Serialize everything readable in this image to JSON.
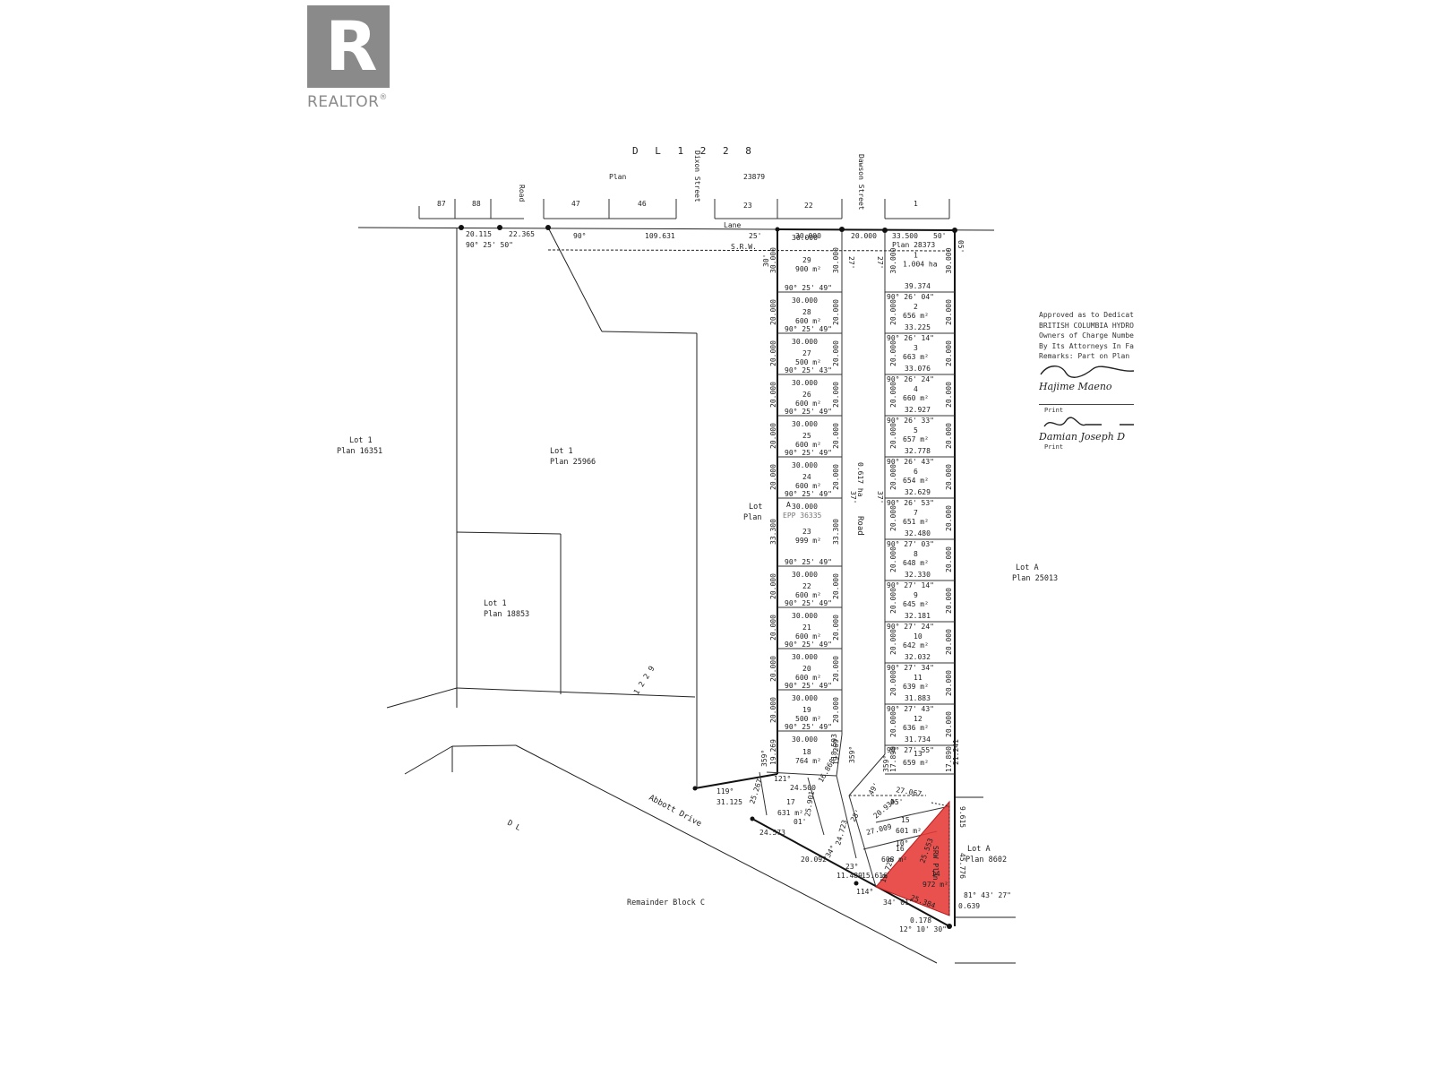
{
  "watermark": {
    "logo_letter": "R",
    "logo_text": "REALTOR",
    "reg_mark": "®"
  },
  "top": {
    "dl": "D L   1 2 2 8",
    "plan": "Plan",
    "plan_number": "23879",
    "dixon_street": "Dixon Street",
    "dawson_street": "Dawson Street",
    "road": "Road",
    "lane": "Lane",
    "srw": "S.R.W.",
    "plan_28373": "Plan 28373",
    "top_lots": [
      "87",
      "88",
      "47",
      "46",
      "23",
      "22",
      "1"
    ]
  },
  "boundary": {
    "dim_20115": "20.115",
    "dim_22365": "22.365",
    "angle_90": "90°",
    "angle_902550": "90° 25' 50\"",
    "dim_109631": "109.631",
    "tick_25": "25'",
    "top_30000": "30.000",
    "top_20000": "20.000",
    "top_33500": "33.500",
    "top_50": "50'",
    "top_05": "05'"
  },
  "neighbors": {
    "lot1_a": "Lot 1",
    "plan_16351": "Plan 16351",
    "lot1_b": "Lot 1",
    "plan_25966": "Plan 25966",
    "lot1_c": "Lot 1",
    "plan_18853": "Plan 18853",
    "lotA": "Lot A",
    "plan_25013": "Plan 25013",
    "lotA2": "Lot A",
    "plan_8602": "Plan 8602",
    "dl1229": "1 2 2 9",
    "dl_bottom": "D L",
    "abbott": "Abbott  Drive",
    "remainder": "Remainder Block C"
  },
  "road": {
    "label": "Road",
    "area": "0.617 ha",
    "lot_plan_1": "Lot",
    "lot_plan_2": "Plan",
    "lot_a": "A",
    "epp": "EPP 36335",
    "angle_37a": "37'",
    "angle_37b": "37'",
    "angle_27a": "27'",
    "angle_27b": "27'",
    "angle_30": "30'"
  },
  "left_lots": [
    {
      "num": "29",
      "area": "900 m²",
      "w": "30.000",
      "bearing": "90° 25' 49\"",
      "side": "30.000"
    },
    {
      "num": "28",
      "area": "600 m²",
      "w": "30.000",
      "bearing": "90° 25' 49\"",
      "side": "20.000"
    },
    {
      "num": "27",
      "area": "500 m²",
      "w": "30.000",
      "bearing": "90° 25' 43\"",
      "side": "20.000"
    },
    {
      "num": "26",
      "area": "600 m²",
      "w": "30.000",
      "bearing": "90° 25' 49\"",
      "side": "20.000"
    },
    {
      "num": "25",
      "area": "600 m²",
      "w": "30.000",
      "bearing": "90° 25' 49\"",
      "side": "20.000"
    },
    {
      "num": "24",
      "area": "600 m²",
      "w": "30.000",
      "bearing": "90° 25' 49\"",
      "side": "20.000"
    },
    {
      "num": "23",
      "area": "999 m²",
      "w": "30.000",
      "bearing": "90° 25' 49\"",
      "side": "33.300"
    },
    {
      "num": "22",
      "area": "600 m²",
      "w": "30.000",
      "bearing": "90° 25' 49\"",
      "side": "20.000"
    },
    {
      "num": "21",
      "area": "600 m²",
      "w": "30.000",
      "bearing": "90° 25' 49\"",
      "side": "20.000"
    },
    {
      "num": "20",
      "area": "600 m²",
      "w": "30.000",
      "bearing": "90° 25' 49\"",
      "side": "20.000"
    },
    {
      "num": "19",
      "area": "500 m²",
      "w": "30.000",
      "bearing": "90° 25' 49\"",
      "side": "20.000"
    },
    {
      "num": "18",
      "area": "764 m²",
      "w": "30.000",
      "bearing": "",
      "side": "19.269"
    }
  ],
  "right_lots": [
    {
      "num": "1",
      "area": "1.004 ha",
      "w": "39.374",
      "bearing": "90° 26' 04\"",
      "side": "30.000"
    },
    {
      "num": "2",
      "area": "656 m²",
      "w": "33.225",
      "bearing": "90° 26' 14\"",
      "side": "20.000"
    },
    {
      "num": "3",
      "area": "663 m²",
      "w": "33.076",
      "bearing": "90° 26' 24\"",
      "side": "20.000"
    },
    {
      "num": "4",
      "area": "660 m²",
      "w": "32.927",
      "bearing": "90° 26' 33\"",
      "side": "20.000"
    },
    {
      "num": "5",
      "area": "657 m²",
      "w": "32.778",
      "bearing": "90° 26' 43\"",
      "side": "20.000"
    },
    {
      "num": "6",
      "area": "654 m²",
      "w": "32.629",
      "bearing": "90° 26' 53\"",
      "side": "20.000"
    },
    {
      "num": "7",
      "area": "651 m²",
      "w": "32.480",
      "bearing": "90° 27' 03\"",
      "side": "20.000"
    },
    {
      "num": "8",
      "area": "648 m²",
      "w": "32.330",
      "bearing": "90° 27' 14\"",
      "side": "20.000"
    },
    {
      "num": "9",
      "area": "645 m²",
      "w": "32.181",
      "bearing": "90° 27' 24\"",
      "side": "20.000"
    },
    {
      "num": "10",
      "area": "642 m²",
      "w": "32.032",
      "bearing": "90° 27' 34\"",
      "side": "20.000"
    },
    {
      "num": "11",
      "area": "639 m²",
      "w": "31.883",
      "bearing": "90° 27' 43\"",
      "side": "20.000"
    },
    {
      "num": "12",
      "area": "636 m²",
      "w": "31.734",
      "bearing": "90° 27' 55\"",
      "side": "20.000"
    },
    {
      "num": "13",
      "area": "659 m²",
      "w": "",
      "bearing": "",
      "side": "17.890"
    }
  ],
  "south": {
    "lot17": "17",
    "lot17_area": "631 m²",
    "lot16": "16",
    "lot16_area": "608 m²",
    "lot15": "15",
    "lot15_area": "601 m²",
    "lot14": "14",
    "lot14_area": "972 m²",
    "d_31125": "31.125",
    "a_119": "119°",
    "d_24573": "24.573",
    "a_01": "01'",
    "d_20092": "20.092",
    "d_11489": "11.489",
    "d_15616": "15.616",
    "d_25384": "25.384",
    "a_114": "114°",
    "a_34_01": "34' 01\"",
    "d_0178": "0.178",
    "a_121030": "12° 10' 30\"",
    "d_0639": "0.639",
    "a_814327": "81° 43' 27\"",
    "d_45776": "45.776",
    "d_9615": "9.615",
    "d_21241": "21.241",
    "d_27067": "27.067",
    "srw_plan": "SRW Plan",
    "d_24500": "24.500",
    "d_25267": "25.267",
    "d_16860": "16.860",
    "d_25901": "25.901",
    "d_18593": "18.593",
    "d_24723": "24.723",
    "d_27009": "27.009",
    "d_20934": "20.934",
    "d_19729": "19.729",
    "d_25553": "25.553",
    "a_359a": "359°",
    "a_359b": "359°",
    "a_359c": "359°",
    "a_121": "121°",
    "a_05": "05'",
    "a_49": "49'",
    "a_28": "28'",
    "a_34": "34°",
    "a_23": "23°",
    "a_10": "10°"
  },
  "approval": {
    "line1": "Approved as to Dedicat",
    "line2": "BRITISH COLUMBIA HYDRO",
    "line3": "Owners of Charge Numbe",
    "line4": "By Its Attorneys In Fa",
    "line5": "Remarks: Part on Plan",
    "sig1_name": "Hajime Maeno",
    "print1": "Print",
    "sig2_name": "Damian Joseph D",
    "print2": "Print"
  },
  "colors": {
    "highlight": "#e53935",
    "line": "#222222",
    "watermark": "#8a8a8a"
  }
}
